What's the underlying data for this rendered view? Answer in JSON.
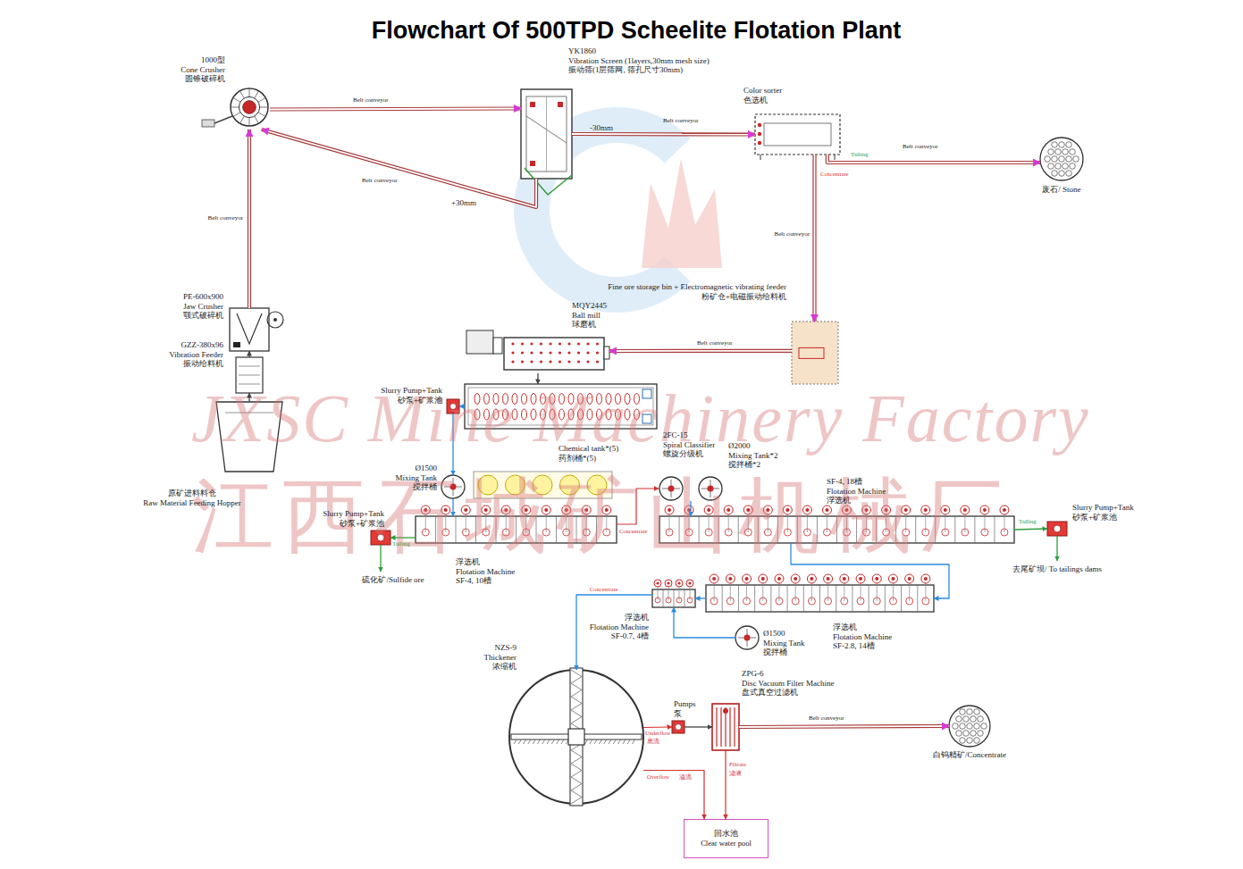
{
  "diagram": {
    "title": "Flowchart Of 500TPD Scheelite Flotation Plant",
    "nodes": [
      {
        "text": [
          "1000型",
          "Cone Crusher",
          "圆锥破碎机"
        ]
      },
      {
        "text": [
          "YK1860",
          "Vibration Screen (1layers,30mm mesh size)",
          "振动筛(1层筛网, 筛孔尺寸30mm)"
        ]
      },
      {
        "text": [
          "Color sorter",
          "色选机"
        ]
      },
      {
        "text": [
          "废石/ Stone"
        ]
      },
      {
        "text": [
          "Fine ore storage bin + Electromagnetic vibrating feeder",
          "粉矿仓+电磁振动给料机"
        ]
      },
      {
        "text": [
          "MQY2445",
          "Ball mill",
          "球磨机"
        ]
      },
      {
        "text": [
          "2FC-15",
          "Spiral Classifier",
          "螺旋分级机"
        ]
      },
      {
        "text": [
          "PE-600x900",
          "Jaw Crusher",
          "颚式破碎机"
        ]
      },
      {
        "text": [
          "GZZ-380x96",
          "Vibration Feeder",
          "振动给料机"
        ]
      },
      {
        "text": [
          "原矿进料料仓",
          "Raw Material Feeding Hopper"
        ]
      },
      {
        "text": [
          "Slurry Pump+Tank",
          "砂泵+矿浆池"
        ]
      },
      {
        "text": [
          "Ø1500",
          "Mixing Tank",
          "搅拌桶"
        ]
      },
      {
        "text": [
          "Chemical tank*(5)",
          "药剂桶*(5)"
        ]
      },
      {
        "text": [
          "Ø2000",
          "Mixing Tank*2",
          "搅拌桶*2"
        ]
      },
      {
        "text": [
          "浮选机",
          "Flotation Machine",
          "SF-4, 10槽"
        ]
      },
      {
        "text": [
          "Slurry Pump+Tank",
          "砂泵+矿浆池"
        ]
      },
      {
        "text": [
          "SF-4, 18槽",
          "Flotation Machine",
          "浮选机"
        ]
      },
      {
        "text": [
          "Slurry Pump+Tank",
          "砂泵+矿浆池"
        ]
      },
      {
        "text": [
          "浮选机",
          "Flotation Machine",
          "SF-0.7, 4槽"
        ]
      },
      {
        "text": [
          "浮选机",
          "Flotation Machine",
          "SF-2.8, 14槽"
        ]
      },
      {
        "text": [
          "Ø1500",
          "Mixing Tank",
          "搅拌桶"
        ]
      },
      {
        "text": [
          "NZS-9",
          "Thickener",
          "浓缩机"
        ]
      },
      {
        "text": [
          "Pumps",
          "泵"
        ]
      },
      {
        "text": [
          "ZPG-6",
          "Disc Vacuum Filter Machine",
          "盘式真空过滤机"
        ]
      },
      {
        "text": [
          "白钨精矿/Concentrate"
        ]
      },
      {
        "text": [
          "回水池",
          "Clear water pool"
        ]
      }
    ],
    "edges": [
      {
        "from": 9,
        "to": 8,
        "arrow": "to"
      },
      {
        "from": 8,
        "to": 7,
        "arrow": "to"
      },
      {
        "from": 7,
        "to": 0,
        "label": "Belt conveyor",
        "arrow": "to"
      },
      {
        "from": 0,
        "to": 1,
        "label": "Belt conveyor",
        "arrow": "to"
      },
      {
        "from": 1,
        "to": 0,
        "label": "Belt conveyor",
        "arrow": "to"
      },
      {
        "from": 1,
        "to": 2,
        "label": "Belt conveyor",
        "arrow": "to"
      },
      {
        "from": 2,
        "to": 3,
        "label": "Belt conveyor",
        "arrow": "to"
      },
      {
        "from": 2,
        "to": 4,
        "label": "Belt conveyor",
        "arrow": "to"
      },
      {
        "from": 4,
        "to": 5,
        "label": "Belt conveyor",
        "arrow": "to"
      },
      {
        "from": 5,
        "to": 6,
        "arrow": "to"
      },
      {
        "from": 6,
        "to": 10,
        "arrow": "to"
      },
      {
        "from": 10,
        "to": 11,
        "arrow": "to"
      },
      {
        "from": 11,
        "to": 14,
        "arrow": "to"
      },
      {
        "from": 14,
        "to": 15,
        "label": "Tailing",
        "arrow": "to"
      },
      {
        "from": 14,
        "to": 13,
        "label": "Concentrate",
        "arrow": "to"
      },
      {
        "from": 13,
        "to": 16,
        "arrow": "to"
      },
      {
        "from": 16,
        "to": 17,
        "label": "Tailing",
        "arrow": "to"
      },
      {
        "from": 16,
        "to": 19,
        "arrow": "to"
      },
      {
        "from": 19,
        "to": 18,
        "arrow": "to"
      },
      {
        "from": 18,
        "to": 21,
        "label": "Concentrate",
        "arrow": "to"
      },
      {
        "from": 20,
        "to": 18,
        "arrow": "to"
      },
      {
        "from": 21,
        "to": 22,
        "label": "Underflow",
        "arrow": "to"
      },
      {
        "from": 22,
        "to": 23,
        "arrow": "to"
      },
      {
        "from": 23,
        "to": 24,
        "label": "Belt conveyor",
        "arrow": "to"
      },
      {
        "from": 23,
        "to": 25,
        "label": "Filtrate",
        "arrow": "to"
      },
      {
        "from": 21,
        "to": 25,
        "label": "Overflow",
        "arrow": "to"
      }
    ],
    "labels": [
      "+30mm",
      "-30mm",
      "Tailing",
      "Concentrate",
      "硫化矿/Sulfide ore",
      "去尾矿坝/ To tailings dams",
      "底流",
      "溢流",
      "滤液",
      "JXSC Mine Machinery Factory",
      "江西石城矿山机械厂"
    ]
  }
}
